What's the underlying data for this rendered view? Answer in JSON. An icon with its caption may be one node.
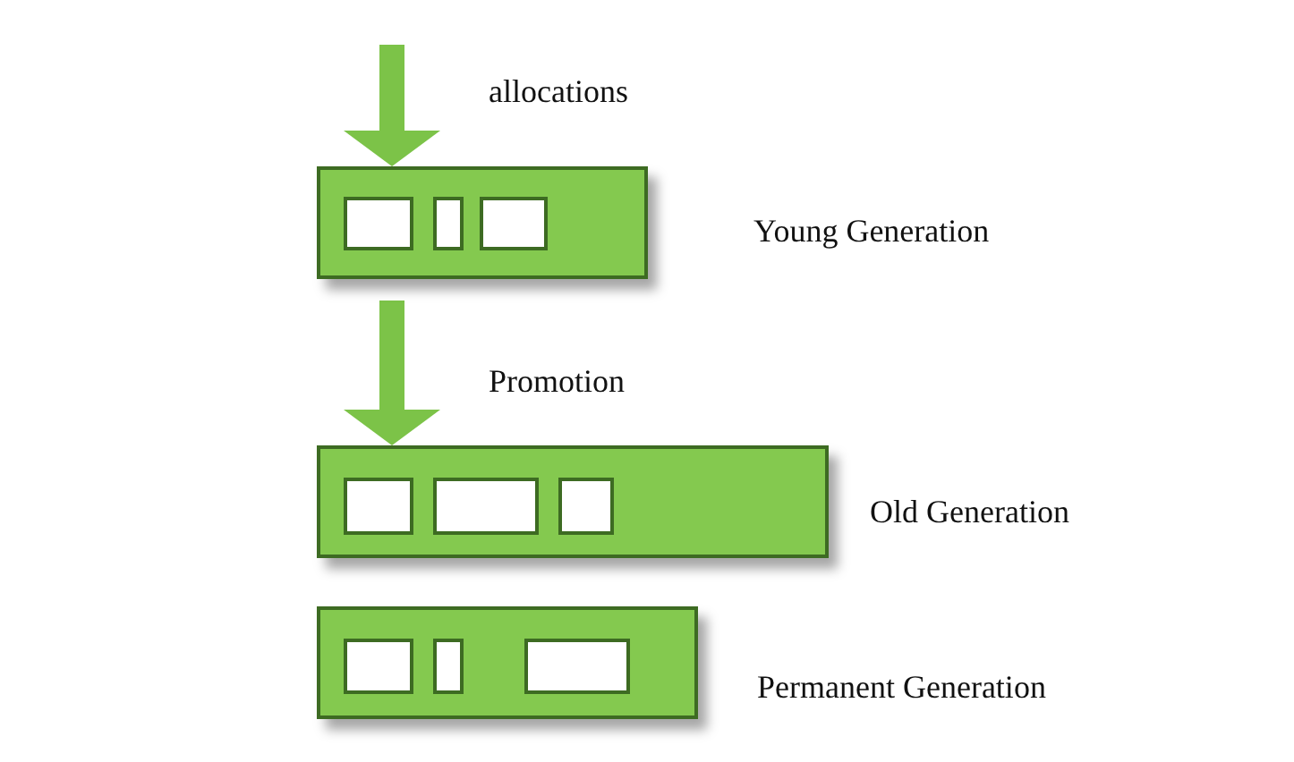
{
  "diagram": {
    "nodes": [
      {
        "text": [],
        "shape": "bar",
        "beside": [
          "Young Generation"
        ]
      },
      {
        "text": [],
        "shape": "box",
        "in": 0
      },
      {
        "text": [],
        "shape": "box",
        "in": 0
      },
      {
        "text": [],
        "shape": "box",
        "in": 0
      },
      {
        "text": [],
        "shape": "bar",
        "beside": [
          "Old Generation"
        ]
      },
      {
        "text": [],
        "shape": "box",
        "in": 4
      },
      {
        "text": [],
        "shape": "box",
        "in": 4
      },
      {
        "text": [],
        "shape": "box",
        "in": 4
      },
      {
        "text": [],
        "shape": "bar",
        "beside": [
          "Permanent Generation"
        ]
      },
      {
        "text": [],
        "shape": "box",
        "in": 8
      },
      {
        "text": [],
        "shape": "box",
        "in": 8
      },
      {
        "text": [],
        "shape": "box",
        "in": 8
      }
    ],
    "edges": [
      {
        "from": null,
        "to": 0,
        "arrow": "to",
        "label": "allocations"
      },
      {
        "from": 0,
        "to": 4,
        "arrow": "to",
        "label": "Promotion"
      }
    ]
  }
}
